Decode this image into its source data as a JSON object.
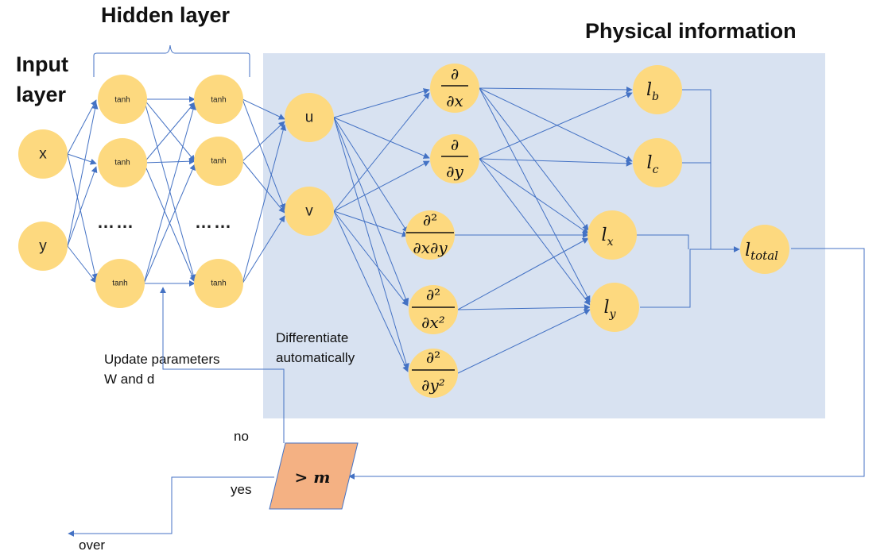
{
  "titles": {
    "hidden_layer": "Hidden layer",
    "input_layer": "Input layer",
    "physical_information": "Physical information"
  },
  "inputs": [
    "x",
    "y"
  ],
  "hidden": {
    "activation": "tanh",
    "ellipsis": "……"
  },
  "outputs": [
    "u",
    "v"
  ],
  "derivatives": {
    "partial": "∂",
    "x": "∂x",
    "y": "∂y",
    "partial_sq": "∂²",
    "xy": "∂x∂y",
    "x2": "∂x²",
    "y2": "∂y²"
  },
  "losses": {
    "l": "l",
    "b": "b",
    "c": "c",
    "x": "x",
    "y": "y",
    "total": "total"
  },
  "decision": {
    "text": "> m",
    "fill": "#f4b183"
  },
  "annotations": {
    "differentiate": "Differentiate automatically",
    "update": "Update parameters W and d",
    "no": "no",
    "yes": "yes",
    "over": "over"
  },
  "colors": {
    "node": "#fdd97f",
    "edge": "#4472c4",
    "panel": "#d8e2f1"
  }
}
